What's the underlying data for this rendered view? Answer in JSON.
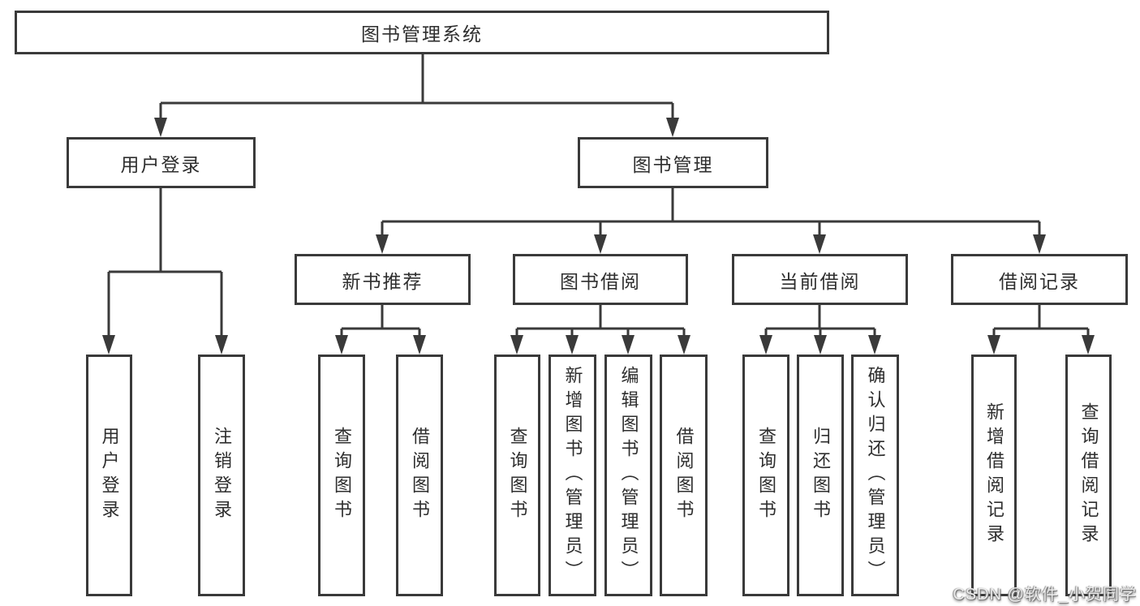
{
  "diagram": {
    "root": {
      "label": "图书管理系统"
    },
    "level2": [
      {
        "id": "user-login",
        "label": "用户登录"
      },
      {
        "id": "book-management",
        "label": "图书管理"
      }
    ],
    "level3": [
      {
        "id": "new-book-recommend",
        "label": "新书推荐",
        "parent": "图书管理"
      },
      {
        "id": "book-borrow",
        "label": "图书借阅",
        "parent": "图书管理"
      },
      {
        "id": "current-borrow",
        "label": "当前借阅",
        "parent": "图书管理"
      },
      {
        "id": "borrow-records",
        "label": "借阅记录",
        "parent": "图书管理"
      }
    ],
    "level4": [
      {
        "id": "user-login-leaf",
        "label": "用户登录",
        "parent": "用户登录"
      },
      {
        "id": "logout-leaf",
        "label": "注销登录",
        "parent": "用户登录"
      },
      {
        "id": "query-books-recommend",
        "label": "查询图书",
        "parent": "新书推荐"
      },
      {
        "id": "borrow-books-recommend",
        "label": "借阅图书",
        "parent": "新书推荐"
      },
      {
        "id": "query-books-borrow",
        "label": "查询图书",
        "parent": "图书借阅"
      },
      {
        "id": "add-books-admin",
        "label": "新增图书（管理员）",
        "parent": "图书借阅"
      },
      {
        "id": "edit-books-admin",
        "label": "编辑图书（管理员）",
        "parent": "图书借阅"
      },
      {
        "id": "borrow-books-borrow",
        "label": "借阅图书",
        "parent": "图书借阅"
      },
      {
        "id": "query-books-current",
        "label": "查询图书",
        "parent": "当前借阅"
      },
      {
        "id": "return-books",
        "label": "归还图书",
        "parent": "当前借阅"
      },
      {
        "id": "confirm-return-admin",
        "label": "确认归还（管理员）",
        "parent": "当前借阅"
      },
      {
        "id": "add-borrow-record",
        "label": "新增借阅记录",
        "parent": "借阅记录"
      },
      {
        "id": "query-borrow-record",
        "label": "查询借阅记录",
        "parent": "借阅记录"
      }
    ]
  },
  "watermark": {
    "text": "CSDN @软件_小贺同学"
  },
  "colors": {
    "line": "#3a3a3a",
    "text": "#2e2e2e",
    "background": "#ffffff",
    "watermark": "#ececec"
  }
}
